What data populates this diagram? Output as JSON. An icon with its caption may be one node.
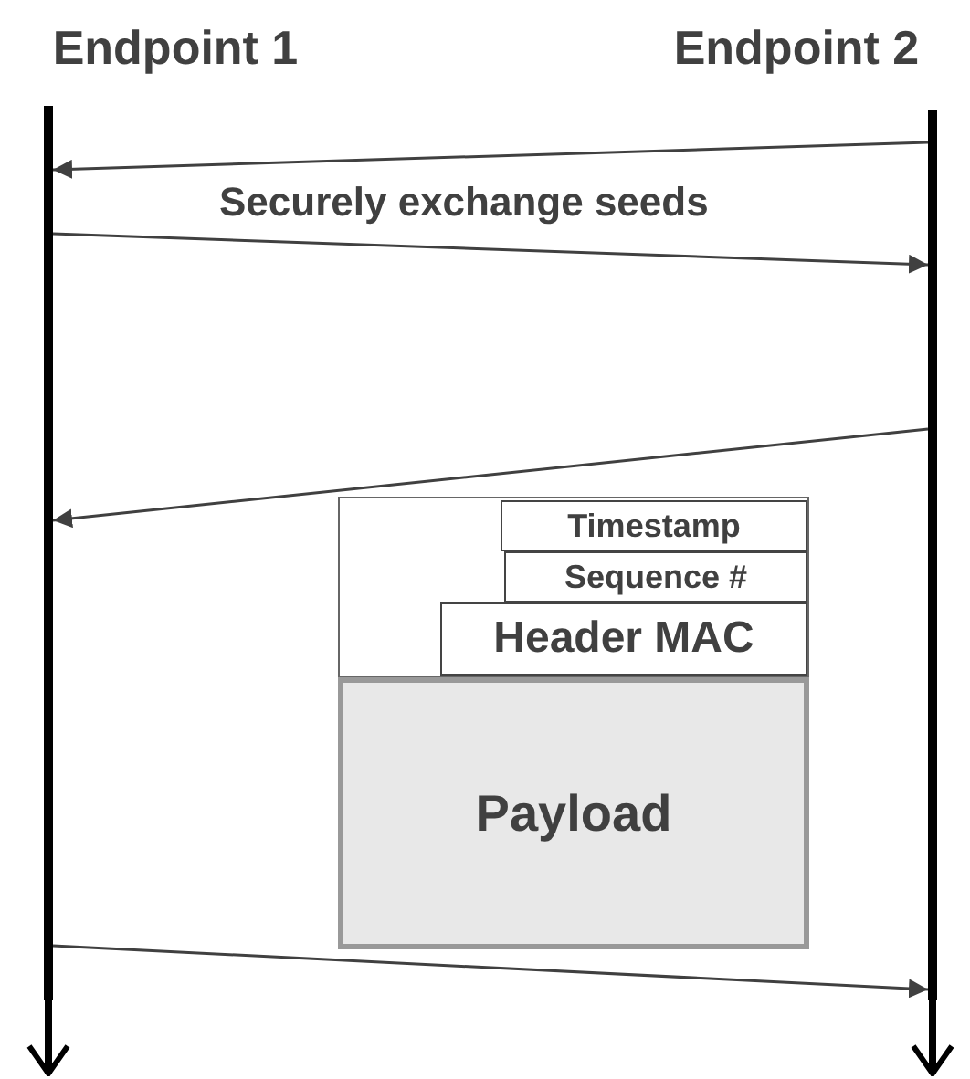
{
  "diagram": {
    "nodes": [
      {
        "text": [
          "Endpoint 1"
        ]
      },
      {
        "text": [
          "Endpoint 2"
        ]
      },
      {
        "text": [],
        "shape": "bar"
      },
      {
        "text": [],
        "shape": "bar"
      },
      {
        "text": [],
        "shape": "box"
      },
      {
        "text": [
          "Timestamp"
        ],
        "in": 4
      },
      {
        "text": [
          "Sequence #"
        ],
        "in": 4
      },
      {
        "text": [
          "Header MAC"
        ],
        "in": 4
      },
      {
        "text": [
          "Payload"
        ]
      }
    ],
    "edges": [
      {
        "from": 2,
        "to": null,
        "arrow": "to",
        "style": "thick"
      },
      {
        "from": 3,
        "to": null,
        "arrow": "to",
        "style": "thick"
      },
      {
        "from": 3,
        "to": 2,
        "arrow": "to"
      },
      {
        "from": 2,
        "to": 3,
        "arrow": "to"
      },
      {
        "from": 3,
        "to": 2,
        "arrow": "to"
      },
      {
        "from": 2,
        "to": 3,
        "arrow": "to"
      }
    ],
    "labels": [
      "Securely exchange seeds"
    ]
  }
}
